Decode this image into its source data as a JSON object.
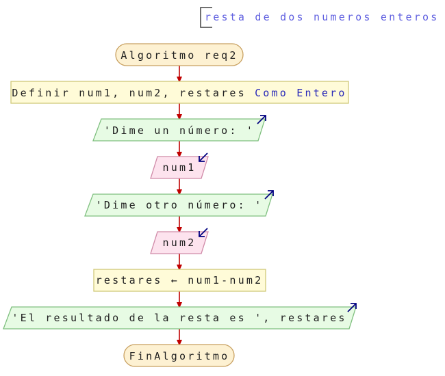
{
  "diagram": {
    "comment": "resta de dos numeros enteros",
    "start": "Algoritmo req2",
    "declaration": {
      "prefix": "Definir num1, num2, restares",
      "keyword": "Como Entero"
    },
    "output_1": "'Dime un número: '",
    "input_1": "num1",
    "output_2": "'Dime otro número: '",
    "input_2": "num2",
    "assignment": "restares ← num1-num2",
    "output_3": "'El resultado de la resta es ', restares",
    "end": "FinAlgoritmo"
  },
  "colors": {
    "terminal_fill": "#fdf1d2",
    "terminal_stroke": "#c8a060",
    "process_fill": "#fffbd8",
    "process_stroke": "#cfc87a",
    "output_fill": "#e7fbe4",
    "output_stroke": "#7fbf7f",
    "input_fill": "#fde3ee",
    "input_stroke": "#d08aa8",
    "arrow": "#c00000",
    "io_arrow": "#000080",
    "text": "#202020",
    "keyword": "#2828b8",
    "comment": "#6060e0"
  }
}
